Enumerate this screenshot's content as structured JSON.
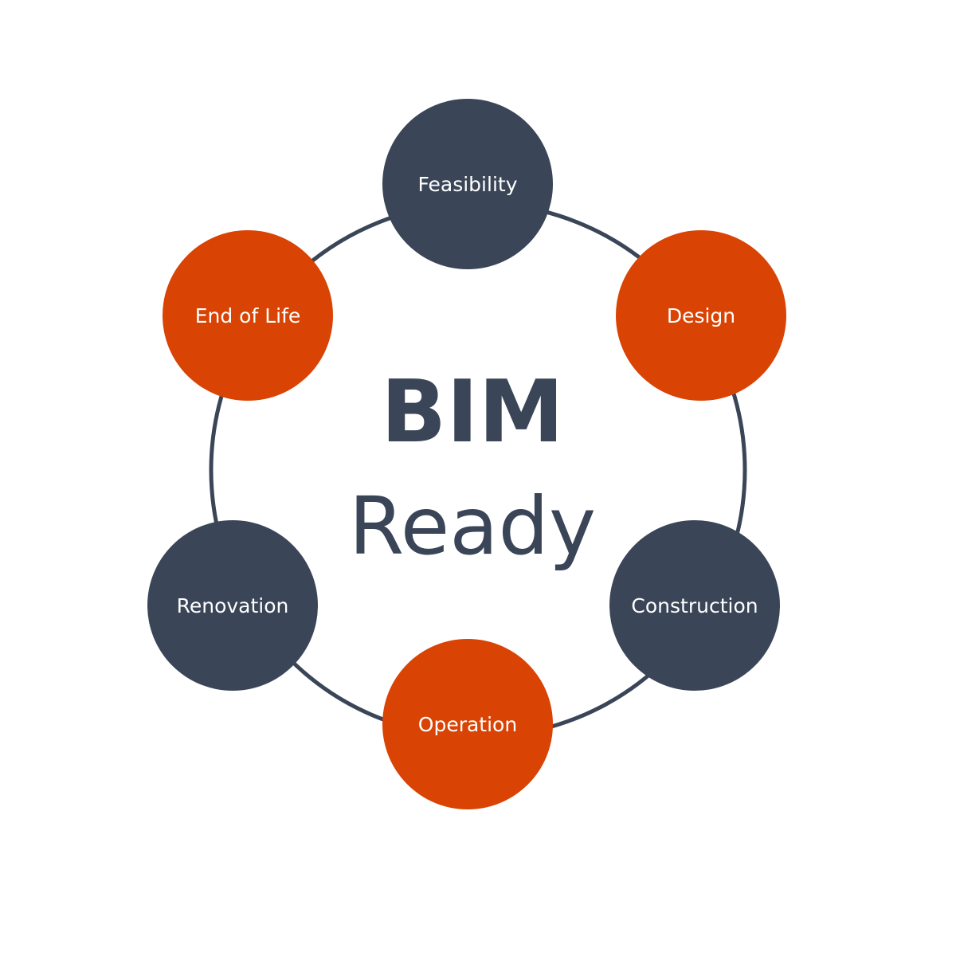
{
  "colors": {
    "background": "#ffffff",
    "navy": "#3a4558",
    "orange": "#d94304",
    "text_on_node": "#ffffff"
  },
  "center": {
    "title": "BIM",
    "subtitle": "Ready"
  },
  "stages": [
    {
      "label": "Feasibility",
      "color": "navy"
    },
    {
      "label": "Design",
      "color": "orange"
    },
    {
      "label": "Construction",
      "color": "navy"
    },
    {
      "label": "Operation",
      "color": "orange"
    },
    {
      "label": "Renovation",
      "color": "navy"
    },
    {
      "label": "End of Life",
      "color": "orange"
    }
  ]
}
